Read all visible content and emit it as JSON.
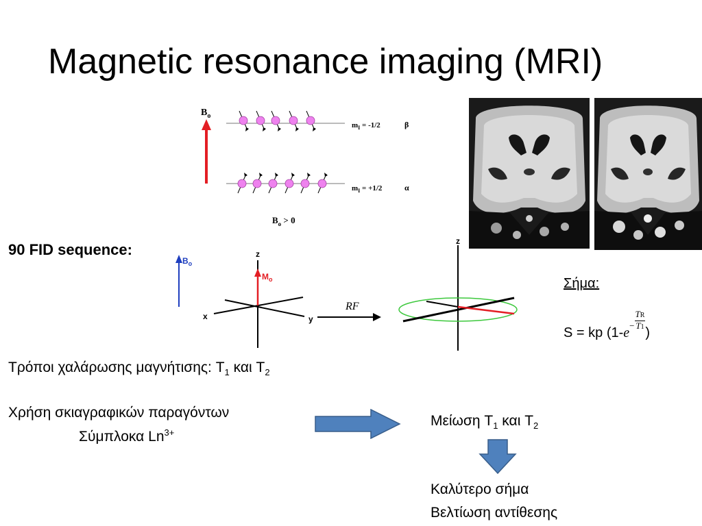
{
  "slide": {
    "title": "Magnetic resonance imaging (MRI)",
    "fid_label": "90 FID sequence:",
    "relaxation": {
      "prefix": "Τρόποι χαλάρωσης μαγνήτισης: T",
      "s1": "1",
      "mid": " και T",
      "s2": "2"
    },
    "contrast_agents": "Χρήση σκιαγραφικών παραγόντων",
    "complexes": {
      "prefix": "Σύμπλοκα Ln",
      "sup": "3+"
    },
    "reduction": {
      "prefix": "Μείωση T",
      "s1": "1",
      "mid": " και T",
      "s2": "2"
    },
    "better_signal": "Καλύτερο σήμα",
    "contrast_improvement": "Βελτίωση αντίθεσης",
    "signal_label": "Σήμα:",
    "formula": {
      "left": "S = kp (1-",
      "e": "e",
      "minus": "−",
      "num_T": "T",
      "num_sub": "R",
      "den_T": "T",
      "den_sub": "1",
      "right": ")"
    }
  },
  "energy_diagram": {
    "b0_label": "B",
    "b0_sub": "o",
    "beta_state": {
      "m": "m",
      "m_sub": "I",
      "value": " = -1/2",
      "greek": "β"
    },
    "alpha_state": {
      "m": "m",
      "m_sub": "I",
      "value": " = +1/2",
      "greek": "α"
    },
    "condition": {
      "b": "B",
      "b_sub": "o",
      "rest": " > 0"
    }
  },
  "fid_diagram": {
    "b0_label": "B",
    "b0_sub": "o",
    "z_label": "z",
    "x_label": "x",
    "y_label": "y",
    "m0_label": "M",
    "m0_sub": "o",
    "rf_label": "RF",
    "z2_label": "z"
  },
  "colors": {
    "arrow_blue": "#4f81bd",
    "arrow_border": "#385d8a",
    "red": "#e31e24",
    "spin_magenta": "#ee82ee",
    "precession_green": "#3cc83c",
    "b0_blue": "#1f3fbf"
  }
}
